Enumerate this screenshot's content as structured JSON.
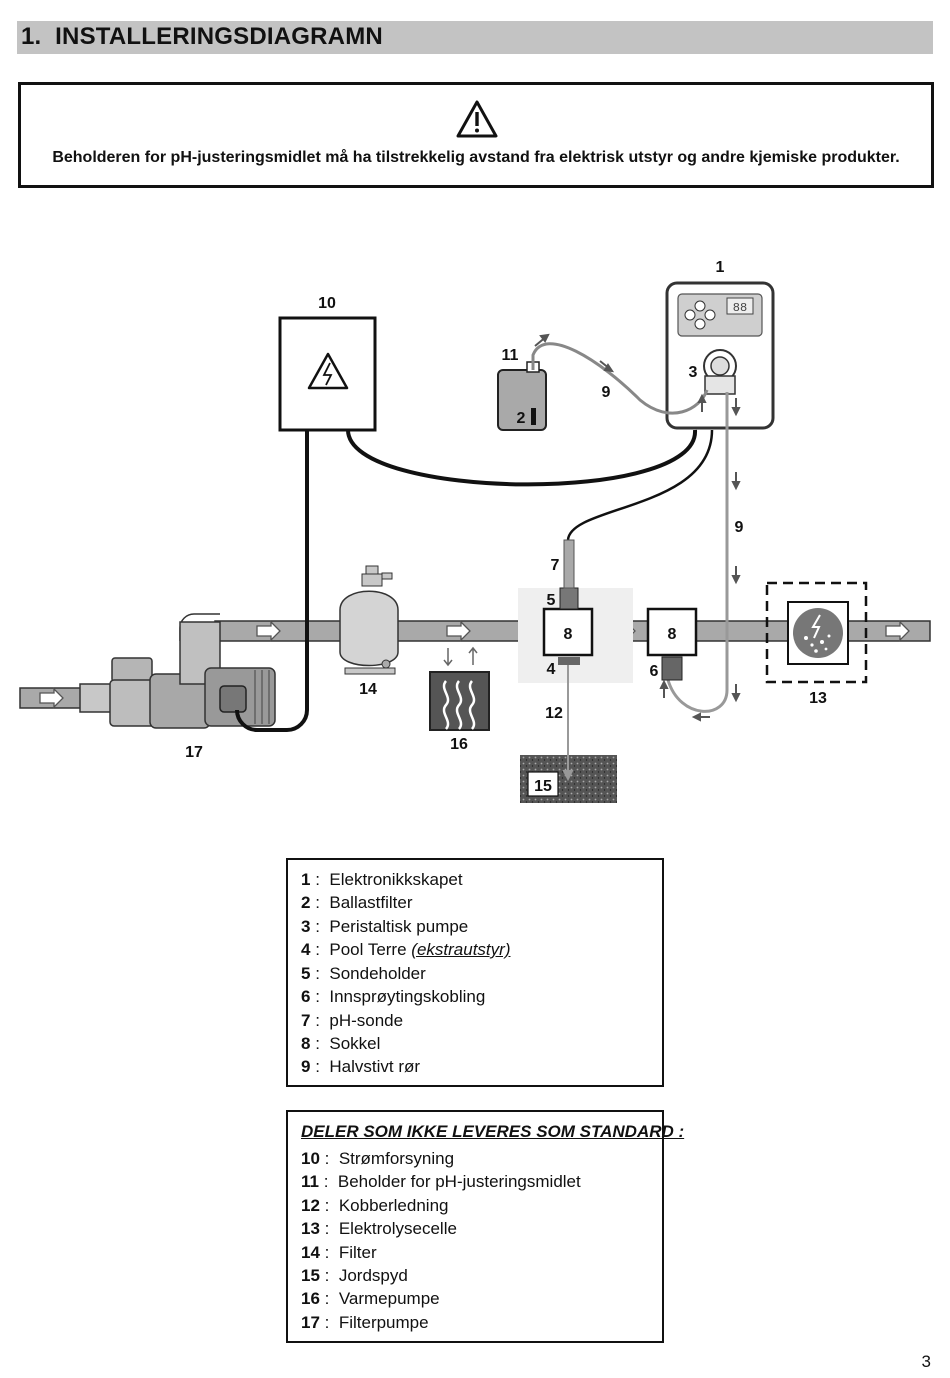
{
  "section": {
    "number": "1.",
    "title": "INSTALLERINGSDIAGRAMN"
  },
  "warning": {
    "icon": "warning-triangle-icon",
    "text": "Beholderen for pH-justeringsmidlet må ha tilstrekkelig avstand fra elektrisk utstyr og andre kjemiske produkter."
  },
  "diagram": {
    "callouts": [
      "1",
      "2",
      "3",
      "4",
      "5",
      "6",
      "7",
      "8",
      "8",
      "9",
      "9",
      "10",
      "11",
      "12",
      "13",
      "14",
      "15",
      "16",
      "17"
    ],
    "display_readout": "88"
  },
  "legend_standard": {
    "items": [
      {
        "num": "1",
        "label": "Elektronikkskapet"
      },
      {
        "num": "2",
        "label": "Ballastfilter"
      },
      {
        "num": "3",
        "label": "Peristaltisk pumpe"
      },
      {
        "num": "4",
        "label": "Pool Terre",
        "extra": "(ekstrautstyr)"
      },
      {
        "num": "5",
        "label": "Sondeholder"
      },
      {
        "num": "6",
        "label": "Innsprøytingskobling"
      },
      {
        "num": "7",
        "label": "pH-sonde"
      },
      {
        "num": "8",
        "label": "Sokkel"
      },
      {
        "num": "9",
        "label": "Halvstivt rør"
      }
    ]
  },
  "legend_optional": {
    "title": "DELER SOM IKKE LEVERES SOM STANDARD :",
    "items": [
      {
        "num": "10",
        "label": "Strømforsyning"
      },
      {
        "num": "11",
        "label": "Beholder for pH-justeringsmidlet"
      },
      {
        "num": "12",
        "label": "Kobberledning"
      },
      {
        "num": "13",
        "label": "Elektrolysecelle"
      },
      {
        "num": "14",
        "label": "Filter"
      },
      {
        "num": "15",
        "label": "Jordspyd"
      },
      {
        "num": "16",
        "label": "Varmepumpe"
      },
      {
        "num": "17",
        "label": "Filterpumpe"
      }
    ]
  },
  "page_number": "3"
}
